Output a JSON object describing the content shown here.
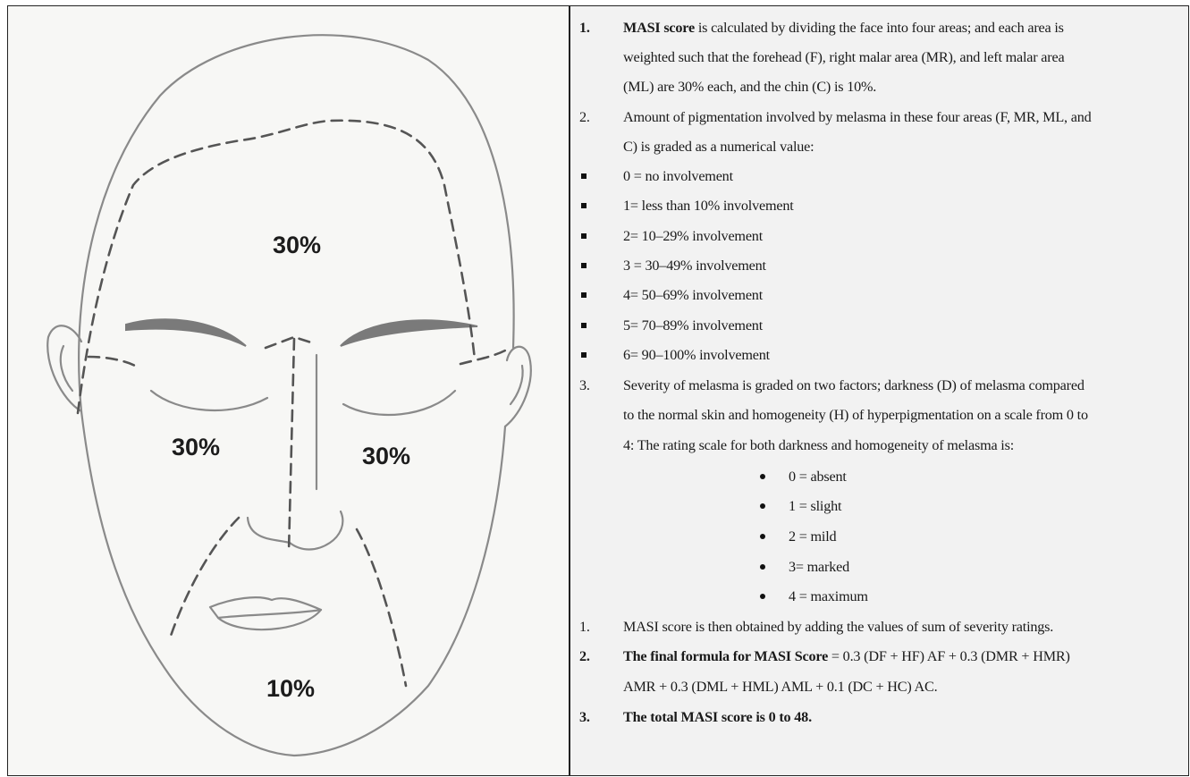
{
  "figure": {
    "regions": {
      "forehead": "30%",
      "right_malar": "30%",
      "left_malar": "30%",
      "chin": "10%"
    }
  },
  "text": {
    "item1": {
      "num": "1.",
      "lead": "MASI score",
      "line1_rest": " is calculated by dividing the face into four areas; and each area is",
      "line2": "weighted such that the forehead (F), right malar area (MR), and left malar area",
      "line3": "(ML) are 30% each, and the chin (C) is 10%."
    },
    "item2": {
      "num": "2.",
      "line1": "Amount of pigmentation involved by melasma in these four areas (F, MR, ML, and",
      "line2": "C) is graded as a numerical value:"
    },
    "grades": [
      "0 = no involvement",
      "1= less than 10% involvement",
      "2= 10–29% involvement",
      "3 = 30–49%  involvement",
      "4= 50–69%  involvement",
      "5= 70–89% involvement",
      "6= 90–100% involvement"
    ],
    "item3": {
      "num": "3.",
      "line1": "Severity of melasma is graded on two factors; darkness (D) of melasma compared",
      "line2": "to the normal skin and homogeneity (H) of hyperpigmentation on a scale from 0 to",
      "line3": "4: The rating scale for both darkness and homogeneity of melasma is:"
    },
    "ratings": [
      "0 = absent",
      "1 = slight",
      "2 = mild",
      "3= marked",
      "4 = maximum"
    ],
    "item4": {
      "num": "1.",
      "line1": "MASI score is then obtained by adding the values of sum of severity ratings."
    },
    "item5": {
      "num": "2.",
      "lead": "The final formula for MASI Score",
      "line1_rest": " = 0.3 (DF + HF) AF + 0.3 (DMR + HMR)",
      "line2": "AMR + 0.3 (DML + HML) AML + 0.1 (DC + HC) AC."
    },
    "item6": {
      "num": "3.",
      "line1": "The total MASI score is 0 to 48."
    }
  }
}
